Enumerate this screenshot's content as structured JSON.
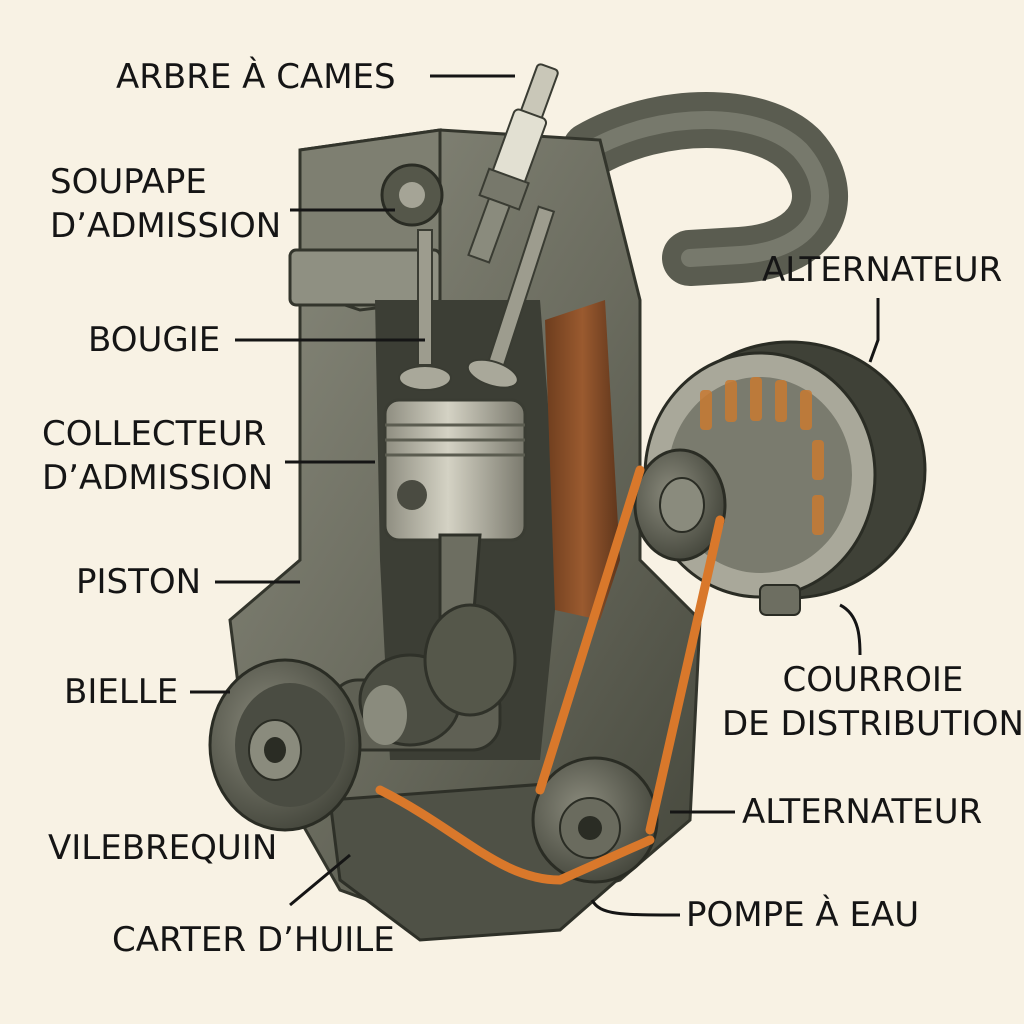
{
  "labels": {
    "camshaft": "ARBRE À CAMES",
    "intake_valve": [
      "SOUPAPE",
      "D’ADMISSION"
    ],
    "spark_plug": "BOUGIE",
    "intake_manifold": [
      "COLLECTEUR",
      "D’ADMISSION"
    ],
    "piston": "PISTON",
    "connecting_rod": "BIELLE",
    "crankshaft": "VILEBREQUIN",
    "oil_pan": "CARTER D’HUILE",
    "alternator_top": "ALTERNATEUR",
    "timing_belt": [
      "COURROIE",
      "DE DISTRIBUTION"
    ],
    "alternator_bottom": "ALTERNATEUR",
    "water_pump": "POMPE À EAU"
  },
  "colors": {
    "background": "#f8f2e4",
    "metal_dark": "#55574a",
    "metal_mid": "#7d7e70",
    "metal_light": "#b3b1a2",
    "rust": "#8a4f28",
    "belt": "#d9782b",
    "leader_line": "#151515"
  }
}
